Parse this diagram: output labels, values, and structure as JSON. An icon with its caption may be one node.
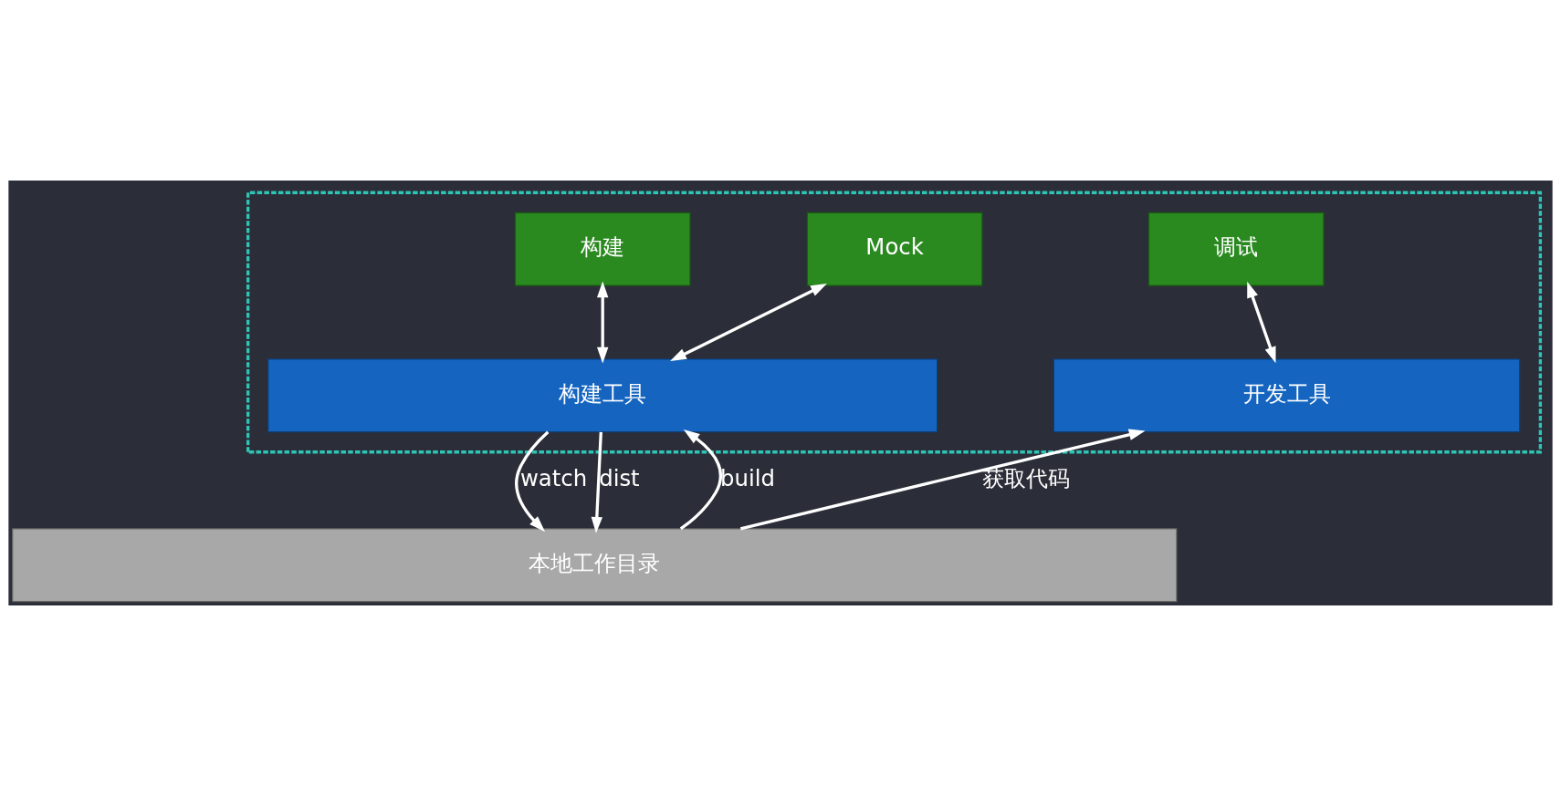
{
  "diagram": {
    "nodes": [
      {
        "text": [],
        "shape": "box"
      },
      {
        "text": [
          "构建"
        ],
        "in": 0
      },
      {
        "text": [
          "Mock"
        ],
        "in": 0
      },
      {
        "text": [
          "调试"
        ],
        "in": 0
      },
      {
        "text": [
          "构建工具"
        ],
        "in": 0
      },
      {
        "text": [
          "开发工具"
        ],
        "in": 0
      },
      {
        "text": [
          "本地工作目录"
        ]
      }
    ],
    "edges": [
      {
        "from": 1,
        "to": 4,
        "arrow": "both"
      },
      {
        "from": 2,
        "to": 4,
        "arrow": "both"
      },
      {
        "from": 3,
        "to": 5,
        "arrow": "both"
      },
      {
        "from": 6,
        "to": 4,
        "arrow": "to",
        "label": "build"
      },
      {
        "from": 4,
        "to": 6,
        "arrow": "to",
        "label": "watch"
      },
      {
        "from": 4,
        "to": 6,
        "arrow": "to",
        "label": "dist"
      },
      {
        "from": 6,
        "to": 5,
        "arrow": "to",
        "label": "获取代码"
      }
    ]
  }
}
